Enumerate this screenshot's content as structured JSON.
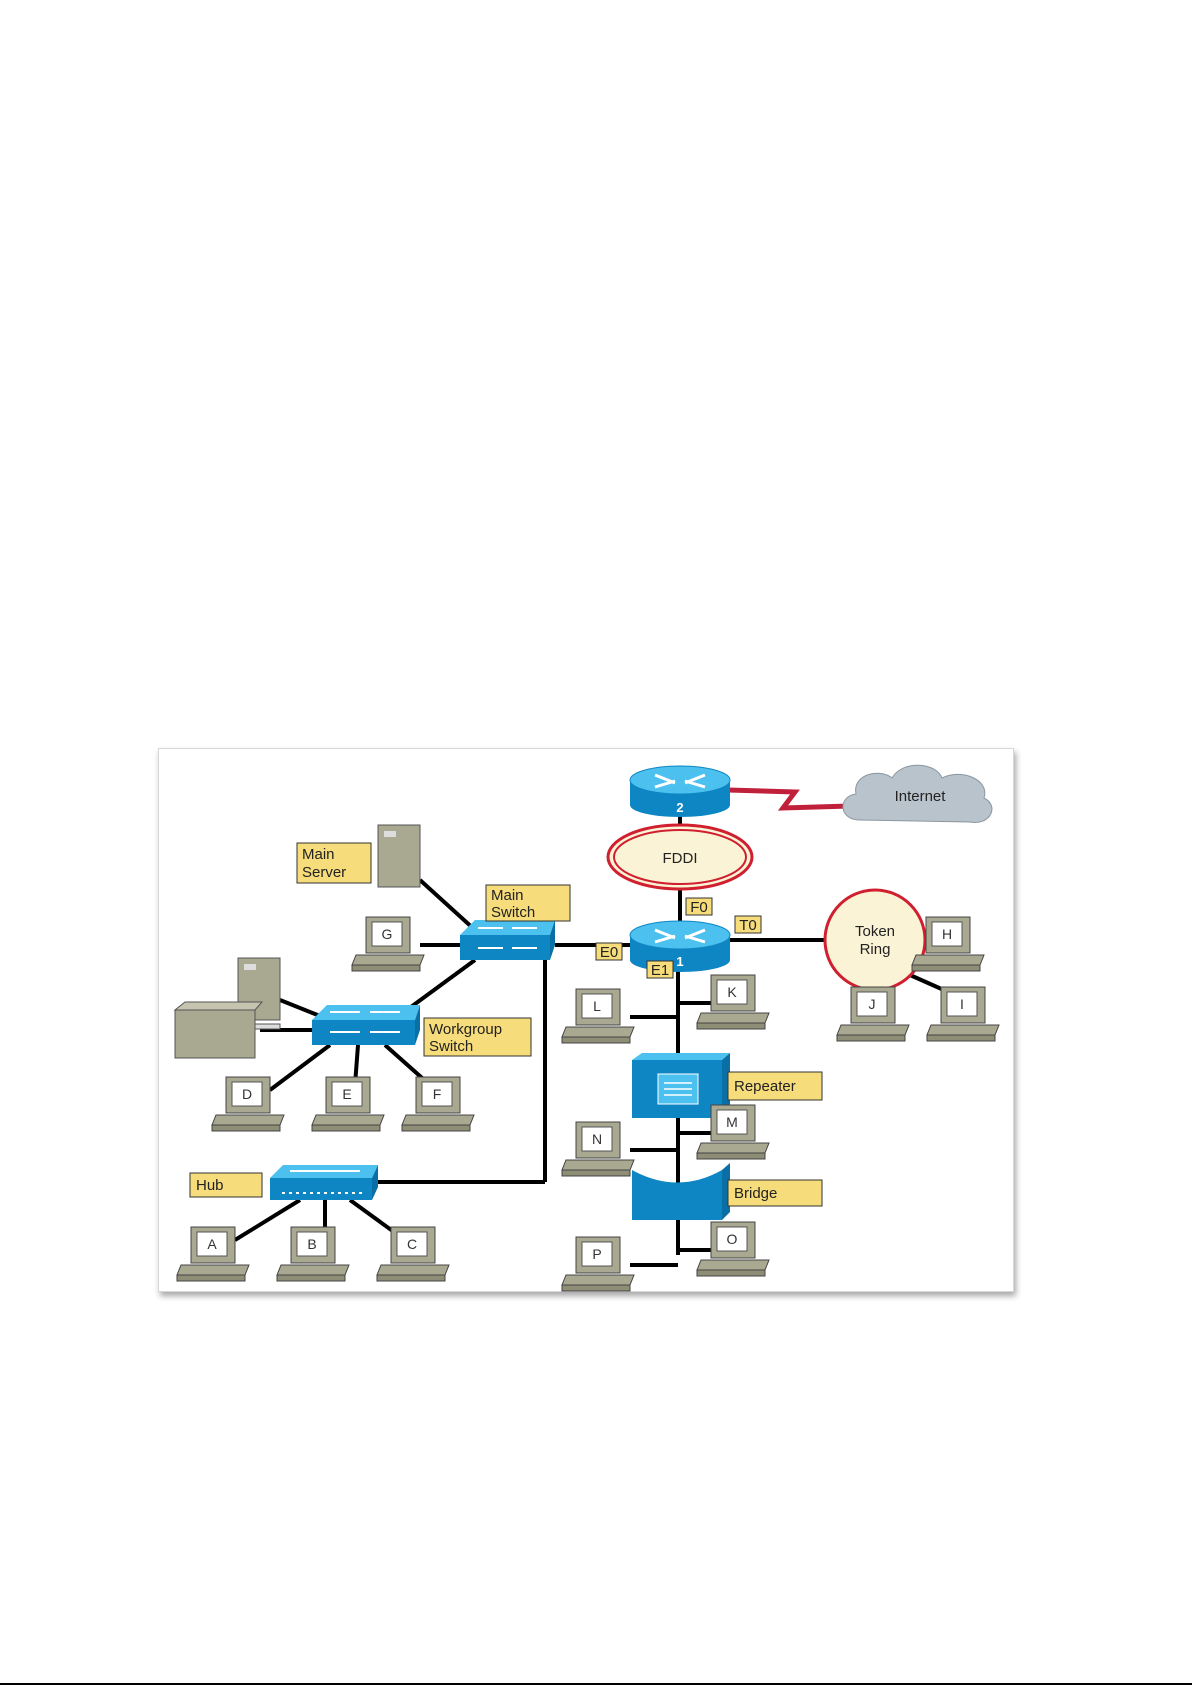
{
  "diagram": {
    "labels": {
      "internet": "Internet",
      "fddi": "FDDI",
      "router2": "2",
      "router1": "1",
      "f0": "F0",
      "t0": "T0",
      "e0": "E0",
      "e1": "E1",
      "token_ring_1": "Token",
      "token_ring_2": "Ring",
      "main_server_1": "Main",
      "main_server_2": "Server",
      "main_switch_1": "Main",
      "main_switch_2": "Switch",
      "workgroup_switch_1": "Workgroup",
      "workgroup_switch_2": "Switch",
      "hub": "Hub",
      "repeater": "Repeater",
      "bridge": "Bridge"
    },
    "hosts": [
      "A",
      "B",
      "C",
      "D",
      "E",
      "F",
      "G",
      "H",
      "I",
      "J",
      "K",
      "L",
      "M",
      "N",
      "O",
      "P"
    ],
    "colors": {
      "device": "#1e9fd8",
      "label_bg": "#f6dc7a",
      "wan": "#c0203a",
      "ring": "#d02030"
    }
  }
}
